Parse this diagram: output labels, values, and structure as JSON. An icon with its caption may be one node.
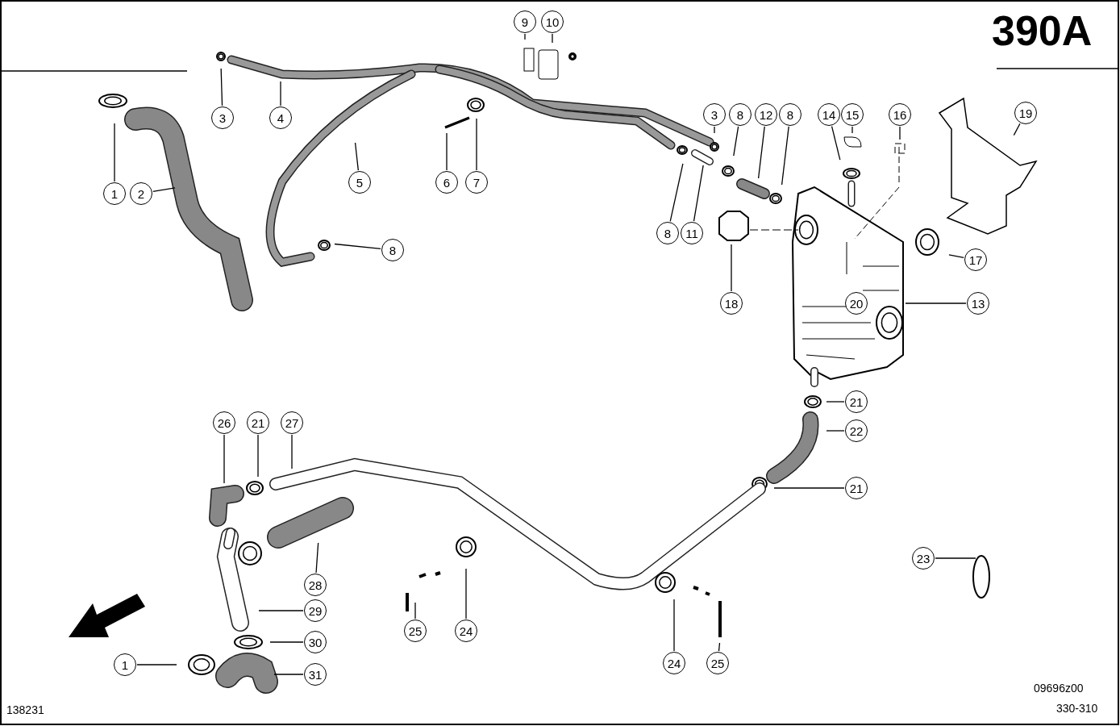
{
  "diagram": {
    "nodes": [
      {
        "text": [
          "1"
        ]
      },
      {
        "text": [
          "2"
        ]
      },
      {
        "text": [
          "3"
        ]
      },
      {
        "text": [
          "4"
        ]
      },
      {
        "text": [
          "5"
        ]
      },
      {
        "text": [
          "6"
        ]
      },
      {
        "text": [
          "7"
        ]
      },
      {
        "text": [
          "8"
        ]
      },
      {
        "text": [
          "9"
        ]
      },
      {
        "text": [
          "10"
        ]
      },
      {
        "text": [
          "3"
        ]
      },
      {
        "text": [
          "8"
        ]
      },
      {
        "text": [
          "12"
        ]
      },
      {
        "text": [
          "8"
        ]
      },
      {
        "text": [
          "14"
        ]
      },
      {
        "text": [
          "15"
        ]
      },
      {
        "text": [
          "16"
        ]
      },
      {
        "text": [
          "19"
        ]
      },
      {
        "text": [
          "8"
        ]
      },
      {
        "text": [
          "11"
        ]
      },
      {
        "text": [
          "18"
        ]
      },
      {
        "text": [
          "17"
        ]
      },
      {
        "text": [
          "20"
        ]
      },
      {
        "text": [
          "13"
        ]
      },
      {
        "text": [
          "21"
        ]
      },
      {
        "text": [
          "22"
        ]
      },
      {
        "text": [
          "21"
        ]
      },
      {
        "text": [
          "26"
        ]
      },
      {
        "text": [
          "21"
        ]
      },
      {
        "text": [
          "27"
        ]
      },
      {
        "text": [
          "28"
        ]
      },
      {
        "text": [
          "29"
        ]
      },
      {
        "text": [
          "30"
        ]
      },
      {
        "text": [
          "1"
        ]
      },
      {
        "text": [
          "31"
        ]
      },
      {
        "text": [
          "24"
        ]
      },
      {
        "text": [
          "25"
        ]
      },
      {
        "text": [
          "24"
        ]
      },
      {
        "text": [
          "25"
        ]
      },
      {
        "text": [
          "23"
        ]
      }
    ],
    "edges": [
      {
        "from": 0,
        "to": null,
        "arrow": "none"
      },
      {
        "from": 1,
        "to": null,
        "arrow": "none"
      },
      {
        "from": 2,
        "to": null,
        "arrow": "none"
      },
      {
        "from": 3,
        "to": null,
        "arrow": "none"
      },
      {
        "from": 4,
        "to": null,
        "arrow": "none"
      },
      {
        "from": 5,
        "to": null,
        "arrow": "none"
      },
      {
        "from": 6,
        "to": null,
        "arrow": "none"
      },
      {
        "from": 7,
        "to": null,
        "arrow": "none"
      },
      {
        "from": 8,
        "to": null,
        "arrow": "none"
      },
      {
        "from": 9,
        "to": null,
        "arrow": "none"
      },
      {
        "from": 10,
        "to": null,
        "arrow": "none"
      },
      {
        "from": 11,
        "to": null,
        "arrow": "none"
      },
      {
        "from": 12,
        "to": null,
        "arrow": "none"
      },
      {
        "from": 13,
        "to": null,
        "arrow": "none"
      },
      {
        "from": 14,
        "to": null,
        "arrow": "none"
      },
      {
        "from": 15,
        "to": null,
        "arrow": "none"
      },
      {
        "from": 16,
        "to": null,
        "arrow": "none"
      },
      {
        "from": 17,
        "to": null,
        "arrow": "none"
      },
      {
        "from": 18,
        "to": null,
        "arrow": "none"
      },
      {
        "from": 19,
        "to": null,
        "arrow": "none"
      },
      {
        "from": 20,
        "to": null,
        "arrow": "none"
      },
      {
        "from": 21,
        "to": null,
        "arrow": "none"
      },
      {
        "from": 23,
        "to": null,
        "arrow": "none"
      },
      {
        "from": 24,
        "to": null,
        "arrow": "none"
      },
      {
        "from": 25,
        "to": null,
        "arrow": "none"
      },
      {
        "from": 26,
        "to": null,
        "arrow": "none"
      },
      {
        "from": 27,
        "to": null,
        "arrow": "none"
      },
      {
        "from": 28,
        "to": null,
        "arrow": "none"
      },
      {
        "from": 29,
        "to": null,
        "arrow": "none"
      },
      {
        "from": 30,
        "to": null,
        "arrow": "none"
      },
      {
        "from": 31,
        "to": null,
        "arrow": "none"
      },
      {
        "from": 32,
        "to": null,
        "arrow": "none"
      },
      {
        "from": 33,
        "to": null,
        "arrow": "none"
      },
      {
        "from": 34,
        "to": null,
        "arrow": "none"
      },
      {
        "from": 35,
        "to": null,
        "arrow": "none"
      },
      {
        "from": 36,
        "to": null,
        "arrow": "none"
      },
      {
        "from": 37,
        "to": null,
        "arrow": "none"
      },
      {
        "from": 38,
        "to": null,
        "arrow": "none"
      },
      {
        "from": 39,
        "to": null,
        "arrow": "none"
      }
    ],
    "labels": [
      "390A",
      "09696z00",
      "138231",
      "330-310"
    ]
  }
}
